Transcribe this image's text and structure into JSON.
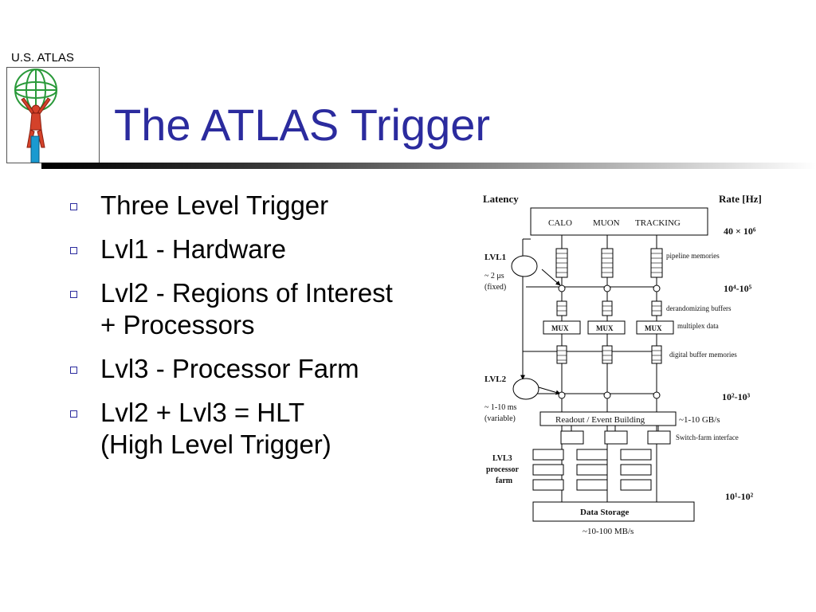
{
  "logo": {
    "label": "U.S. ATLAS"
  },
  "slide": {
    "title": "The ATLAS Trigger"
  },
  "bullets": [
    {
      "lines": [
        "Three Level Trigger"
      ]
    },
    {
      "lines": [
        "Lvl1 - Hardware"
      ]
    },
    {
      "lines": [
        "Lvl2 - Regions of Interest",
        "+ Processors"
      ]
    },
    {
      "lines": [
        "Lvl3 - Processor Farm"
      ]
    },
    {
      "lines": [
        "Lvl2 + Lvl3 = HLT",
        "(High Level Trigger)"
      ]
    }
  ],
  "diagram": {
    "latency_header": "Latency",
    "rate_header": "Rate [Hz]",
    "detectors": [
      "CALO",
      "MUON",
      "TRACKING"
    ],
    "lvl1": {
      "label": "LVL1",
      "time": "~ 2 μs",
      "note": "(fixed)"
    },
    "lvl2": {
      "label": "LVL2",
      "time": "~ 1-10 ms",
      "note": "(variable)"
    },
    "lvl3": {
      "label_1": "LVL3",
      "label_2": "processor",
      "label_3": "farm"
    },
    "labels": {
      "pipeline": "pipeline memories",
      "derandomizing": "derandomizing buffers",
      "multiplex": "multiplex  data",
      "digital_buffer": "digital buffer memories",
      "switch": "Switch-farm interface"
    },
    "mux": [
      "MUX",
      "MUX",
      "MUX"
    ],
    "readout": "Readout / Event Building",
    "readout_bw": "~1-10 GB/s",
    "storage": "Data Storage",
    "storage_bw": "~10-100 MB/s",
    "rates": {
      "r1": "40 × 10⁶",
      "r2": "10⁴-10⁵",
      "r3": "10²-10³",
      "r4": "10¹-10²"
    }
  }
}
